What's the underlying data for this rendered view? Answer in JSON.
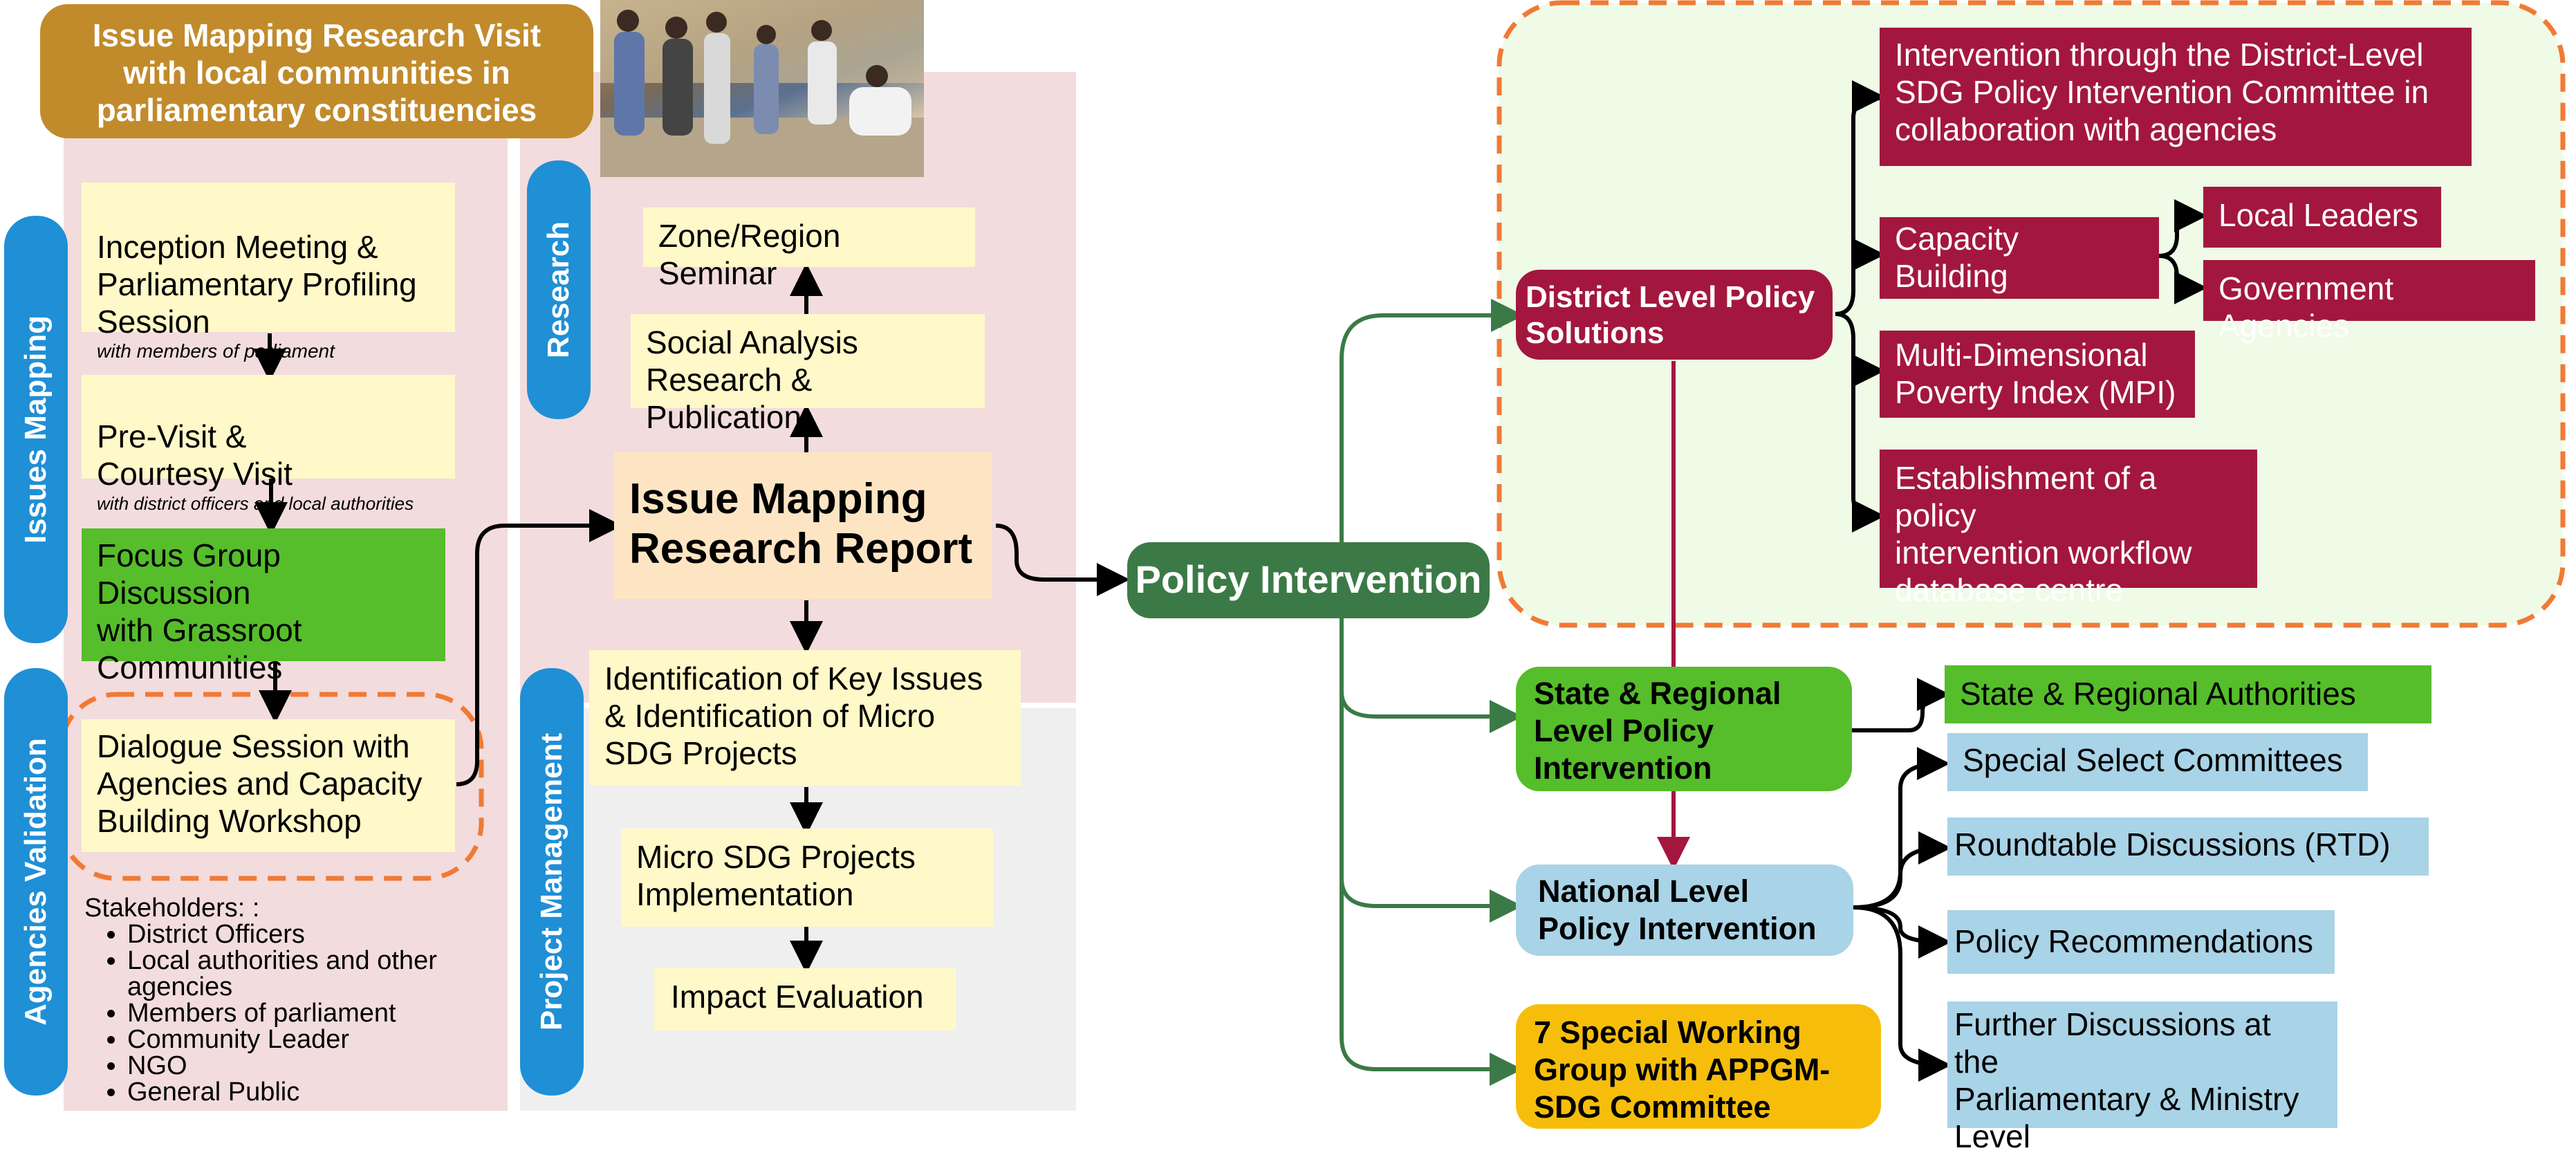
{
  "header": {
    "title": "Issue Mapping Research Visit\nwith local communities in\nparliamentary constituencies"
  },
  "photo": {
    "alt": "Community visit photo"
  },
  "sections": {
    "issues_mapping": "Issues Mapping",
    "agencies_validation": "Agencies Validation",
    "research": "Research",
    "project_management": "Project Management"
  },
  "issues_steps": {
    "inception": "Inception Meeting &\nParliamentary Profiling\nSession",
    "inception_sub": "with members of parliament",
    "previsit": "Pre-Visit &\nCourtesy Visit",
    "previsit_sub": "with district officers and local authorities",
    "focus": "Focus Group Discussion\nwith Grassroot\nCommunities",
    "dialogue": "Dialogue Session with\nAgencies and Capacity\nBuilding Workshop"
  },
  "stakeholders": {
    "title": "Stakeholders: :",
    "items": [
      "District Officers",
      "Local authorities and other agencies",
      "Members of parliament",
      "Community Leader",
      "NGO",
      "General Public"
    ]
  },
  "research_steps": {
    "zone": "Zone/Region Seminar",
    "social": "Social Analysis\nResearch & Publication",
    "report": "Issue Mapping\nResearch Report",
    "identification": "Identification of Key Issues\n& Identification of Micro\nSDG Projects",
    "implementation": "Micro SDG Projects\nImplementation",
    "impact": "Impact Evaluation"
  },
  "policy": {
    "main": "Policy Intervention",
    "district": "District Level Policy\nSolutions",
    "state": "State & Regional\nLevel Policy\nIntervention",
    "national": "National Level\nPolicy Intervention",
    "special": "7 Special Working\nGroup with APPGM-\nSDG Committee"
  },
  "district_items": {
    "committee": "Intervention through the District-Level\nSDG Policy Intervention Committee in\ncollaboration with agencies",
    "capacity": "Capacity\nBuilding",
    "local_leaders": "Local Leaders",
    "gov_agencies": "Government Agencies",
    "mpi": "Multi-Dimensional\nPoverty Index (MPI)",
    "database": "Establishment of a policy\nintervention workflow\ndatabase centre"
  },
  "state_items": {
    "authorities": "State & Regional Authorities"
  },
  "national_items": {
    "committees": "Special Select Committees",
    "rtd": "Roundtable Discussions (RTD)",
    "recommendations": "Policy Recommendations",
    "further": "Further Discussions at the\nParliamentary & Ministry\nLevel"
  },
  "colors": {
    "header_gold": "#c18b2c",
    "pink_bg": "#f3dcdd",
    "grey_bg": "#efefef",
    "light_green_bg": "#effbe6",
    "policy_green": "#3b7a46",
    "crimson": "#a3173f",
    "bright_green": "#56bd2b",
    "light_blue": "#a9d3e6",
    "amber": "#f6be0b",
    "orange_dash": "#f07a35",
    "section_blue": "#1f8fd6"
  }
}
